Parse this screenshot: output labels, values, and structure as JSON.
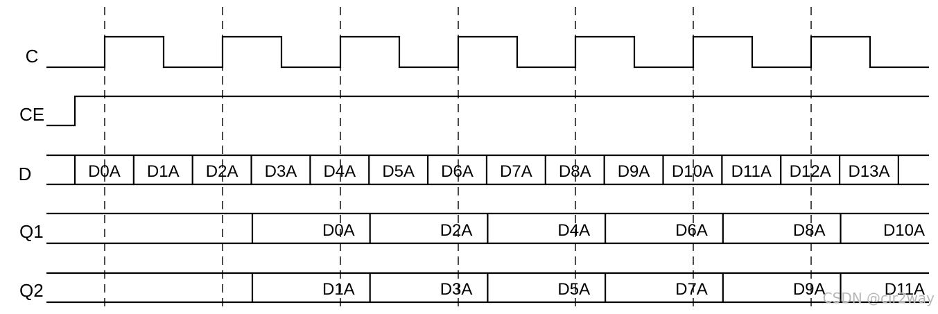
{
  "signals": {
    "clock": "C",
    "enable": "CE",
    "data": "D",
    "out1": "Q1",
    "out2": "Q2"
  },
  "d_values": [
    "D0A",
    "D1A",
    "D2A",
    "D3A",
    "D4A",
    "D5A",
    "D6A",
    "D7A",
    "D8A",
    "D9A",
    "D10A",
    "D11A",
    "D12A",
    "D13A"
  ],
  "q1_values": [
    "D0A",
    "D2A",
    "D4A",
    "D6A",
    "D8A",
    "D10A"
  ],
  "q2_values": [
    "D1A",
    "D3A",
    "D5A",
    "D7A",
    "D9A",
    "D11A"
  ],
  "watermark": "CSDN @cir2way"
}
